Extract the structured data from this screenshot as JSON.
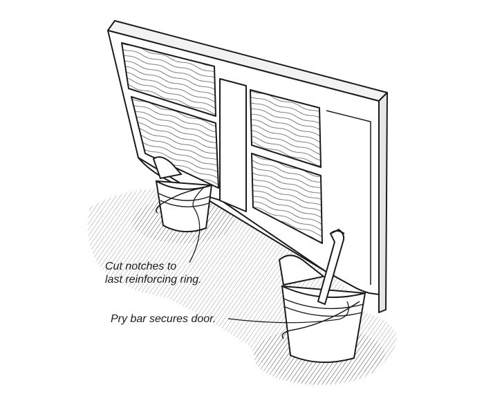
{
  "callouts": {
    "notches": {
      "line1": "Cut notches to",
      "line2": "last reinforcing ring."
    },
    "pry_bar": {
      "line1": "Pry bar secures door."
    }
  },
  "colors": {
    "ink": "#1a1a1a",
    "paper": "#ffffff",
    "shadow": "#555555"
  },
  "icons": {
    "door": "paneled-door-illustration",
    "bucket_left": "bucket-icon",
    "bucket_right": "bucket-icon",
    "pry_bar": "pry-bar-icon"
  }
}
